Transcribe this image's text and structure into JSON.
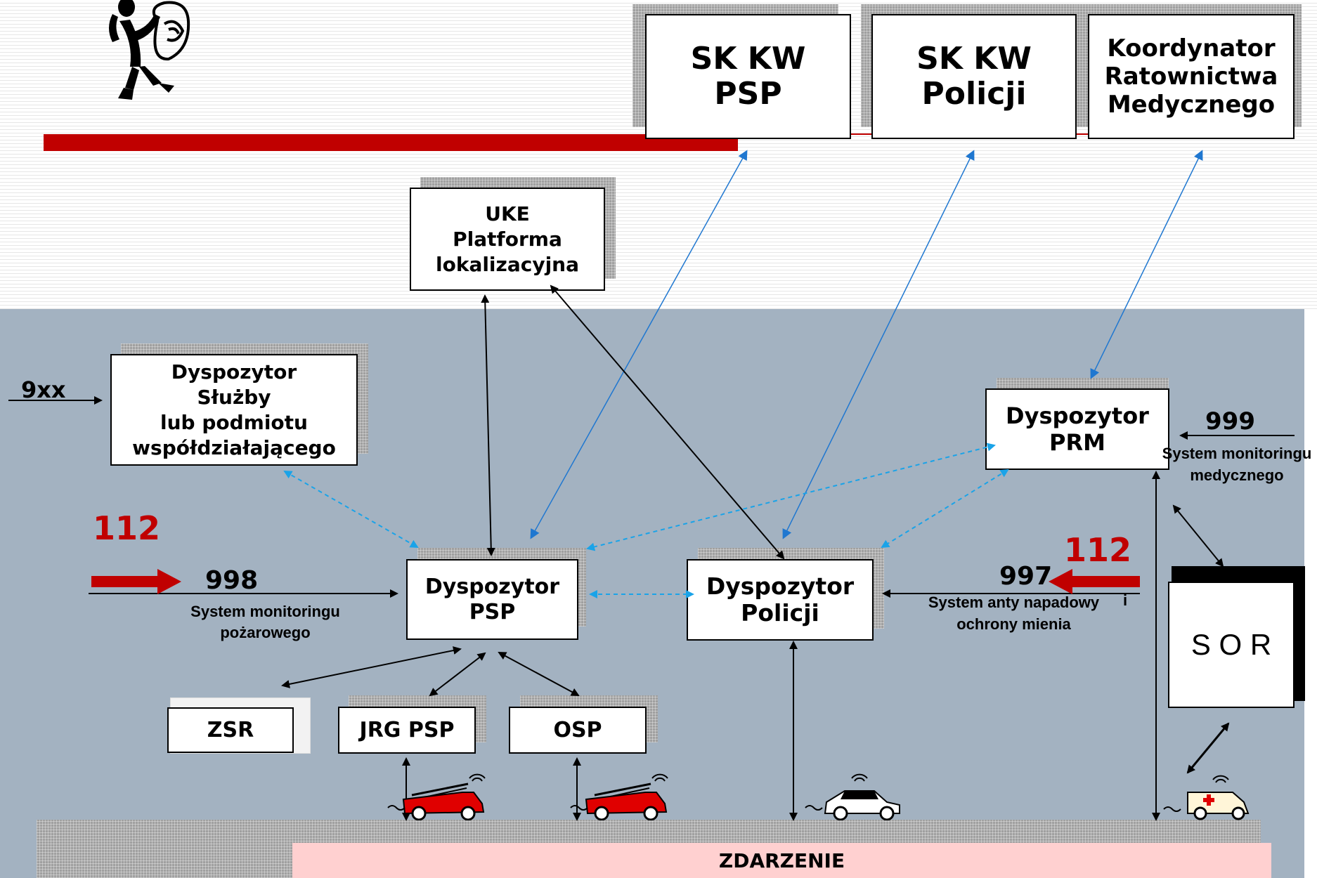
{
  "colors": {
    "accent_red": "#c00000",
    "panel": "#a3b2c1",
    "blue_link": "#1f77d0",
    "dash_link": "#1aa3e8",
    "pink": "#ffd0d0"
  },
  "boxes": {
    "sk_kw_psp": "SK KW\nPSP",
    "sk_kw_policji": "SK KW\nPolicji",
    "koordynator": "Koordynator\nRatownictwa\nMedycznego",
    "uke": "UKE\nPlatforma\nlokalizacyjna",
    "dyspozytor_sluzby": "Dyspozytor\nSłużby\nlub podmiotu\nwspółdziałającego",
    "dyspozytor_prm": "Dyspozytor\nPRM",
    "dyspozytor_psp": "Dyspozytor\nPSP",
    "dyspozytor_policji": "Dyspozytor\nPolicji",
    "sor": "S O R",
    "zsr": "ZSR",
    "jrg_psp": "JRG PSP",
    "osp": "OSP",
    "zdarzenie": "ZDARZENIE"
  },
  "labels": {
    "n9xx": "9xx",
    "n112_left": "112",
    "n998": "998",
    "sys_pozarowy": "System monitoringu\npożarowego",
    "n112_right": "112",
    "n997": "997",
    "sys_antynapad": "System anty napadowy\nochrony mienia",
    "i_label": "i",
    "n999": "999",
    "sys_medyczny": "System monitoringu\nmedycznego"
  },
  "icons": [
    "thinking-figure-icon",
    "fire-truck-icon",
    "police-car-icon",
    "ambulance-icon"
  ]
}
